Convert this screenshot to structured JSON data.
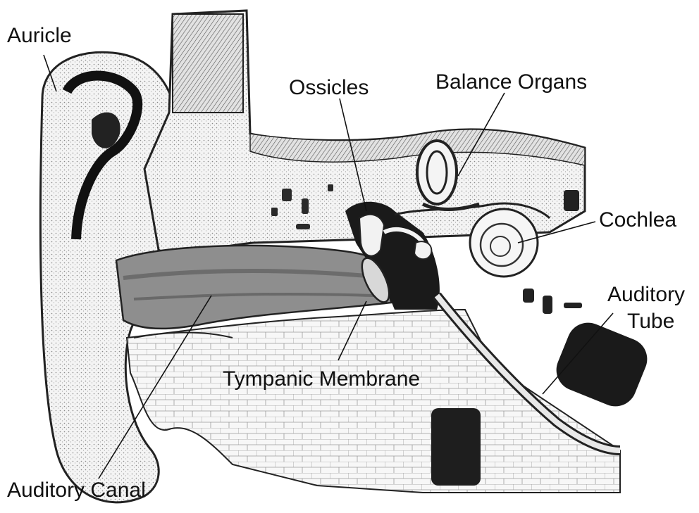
{
  "labels": {
    "auricle": "Auricle",
    "ossicles": "Ossicles",
    "balance_organs": "Balance Organs",
    "cochlea": "Cochlea",
    "auditory_tube_line1": "Auditory",
    "auditory_tube_line2": "Tube",
    "tympanic_membrane": "Tympanic Membrane",
    "auditory_canal": "Auditory Canal"
  },
  "colors": {
    "ink": "#111111",
    "paper": "#ffffff",
    "tissue_shade": "#d6d6d6",
    "bone": "#efefef",
    "dark_cavity": "#1a1a1a"
  }
}
